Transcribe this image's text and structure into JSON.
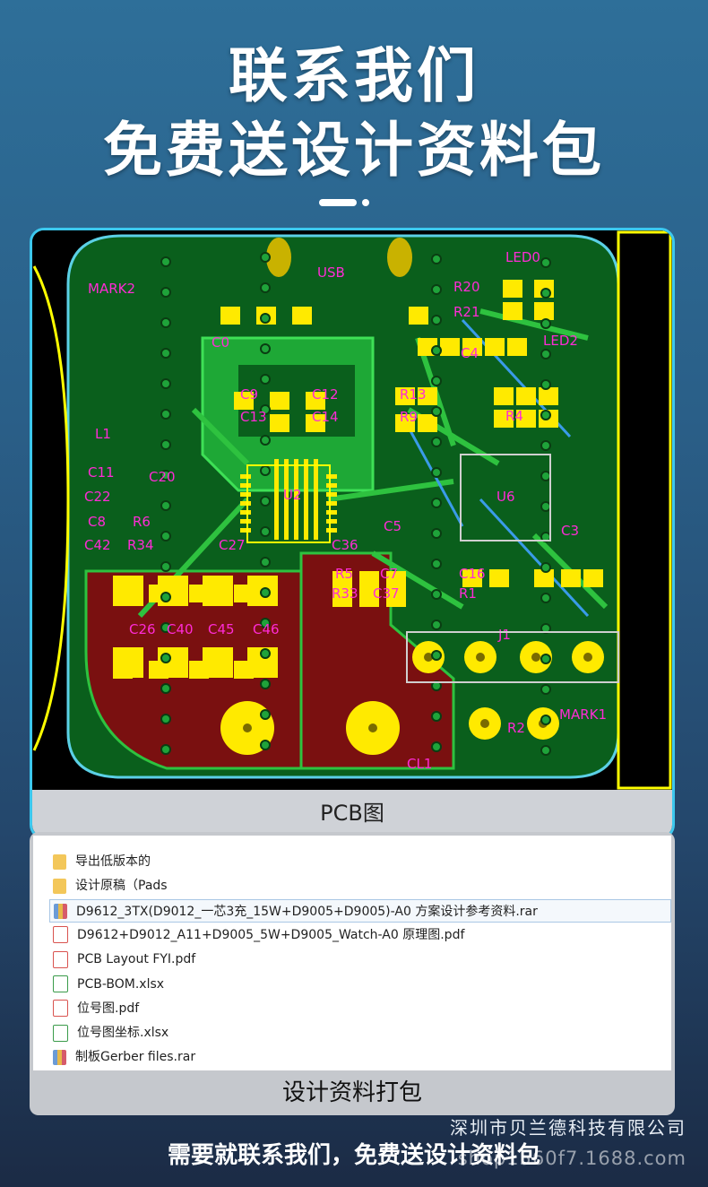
{
  "header": {
    "line1": "联系我们",
    "line2": "免费送设计资料包"
  },
  "pcb_panel": {
    "caption": "PCB图",
    "labels": [
      "MARK2",
      "USB",
      "LED0",
      "R20",
      "R21",
      "LED2",
      "C9",
      "C12",
      "C13",
      "C14",
      "R13",
      "R9",
      "L1",
      "C11",
      "C20",
      "C22",
      "U2",
      "U6",
      "C8",
      "R6",
      "C42",
      "R34",
      "C27",
      "C36",
      "C5",
      "C3",
      "R5",
      "C7",
      "R33",
      "C37",
      "C16",
      "R1",
      "C26",
      "C40",
      "C45",
      "C46",
      "R2",
      "MARK1",
      "CL1",
      "J1",
      "C4",
      "R4",
      "C0"
    ],
    "colors": {
      "board": "#0a7a24",
      "copper": "#7a0f0f",
      "trace": "#2ec23f",
      "pad": "#ffea00",
      "label": "#ff2bd6",
      "edge": "#ffff00"
    }
  },
  "files_panel": {
    "caption": "设计资料打包",
    "files": [
      {
        "name": "导出低版本的",
        "icon": "folder-icon"
      },
      {
        "name": "设计原稿（Pads",
        "icon": "folder-icon"
      },
      {
        "name": "D9612_3TX(D9012_一芯3充_15W+D9005+D9005)-A0 方案设计参考资料.rar",
        "icon": "archive-icon",
        "selected": true
      },
      {
        "name": "D9612+D9012_A11+D9005_5W+D9005_Watch-A0 原理图.pdf",
        "icon": "pdf-icon"
      },
      {
        "name": "PCB Layout  FYI.pdf",
        "icon": "pdf-icon"
      },
      {
        "name": "PCB-BOM.xlsx",
        "icon": "excel-icon"
      },
      {
        "name": "位号图.pdf",
        "icon": "pdf-icon"
      },
      {
        "name": "位号图坐标.xlsx",
        "icon": "excel-icon"
      },
      {
        "name": "制板Gerber files.rar",
        "icon": "archive-icon"
      }
    ]
  },
  "footer": {
    "company": "深圳市贝兰德科技有限公司",
    "cta": "需要就联系我们，免费送设计资料包",
    "watermark": "shop1560f7.1688.com"
  }
}
